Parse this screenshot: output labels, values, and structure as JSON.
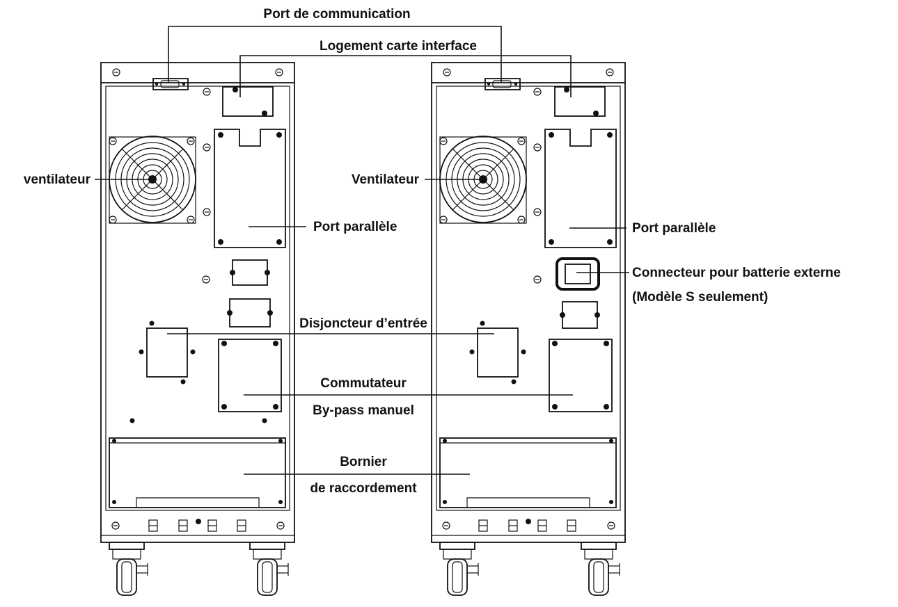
{
  "labels": {
    "port_communication": "Port de communication",
    "logement_carte": "Logement carte interface",
    "ventilateur_left": "ventilateur",
    "ventilateur_right": "Ventilateur",
    "port_parallele_left": "Port parallèle",
    "port_parallele_right": "Port parallèle",
    "connecteur_batterie": "Connecteur pour batterie externe",
    "modele_s": "(Modèle S seulement)",
    "disjoncteur": "Disjoncteur d’entrée",
    "commutateur": "Commutateur",
    "bypass": "By-pass manuel",
    "bornier": "Bornier",
    "raccordement": "de raccordement"
  },
  "colors": {
    "line": "#111111",
    "background": "#ffffff"
  }
}
